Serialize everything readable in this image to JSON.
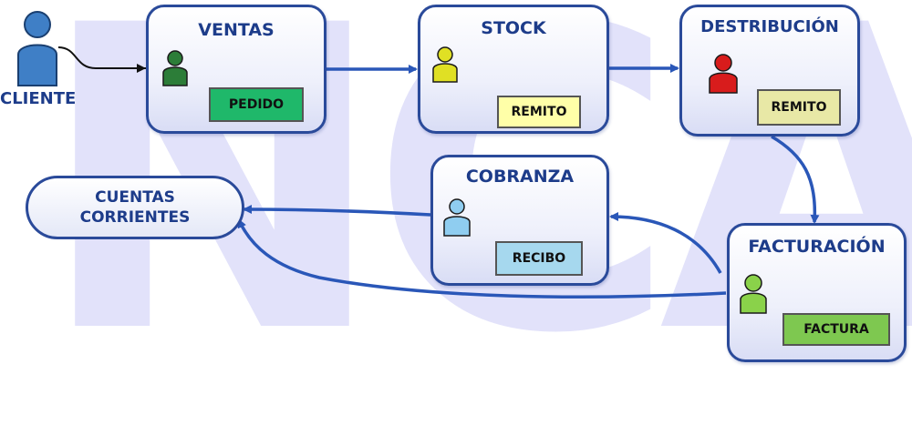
{
  "watermark": "NCA",
  "cliente": {
    "label": "CLIENTE"
  },
  "nodes": {
    "ventas": {
      "title": "VENTAS",
      "doc": "PEDIDO"
    },
    "stock": {
      "title": "STOCK",
      "doc": "REMITO"
    },
    "distribucion": {
      "title": "DESTRIBUCIÓN",
      "doc": "REMITO"
    },
    "cobranza": {
      "title": "COBRANZA",
      "doc": "RECIBO"
    },
    "facturacion": {
      "title": "FACTURACIÓN",
      "doc": "FACTURA"
    }
  },
  "cuentas": {
    "line1": "CUENTAS",
    "line2": "CORRIENTES"
  },
  "colors": {
    "border": "#2a4a9a",
    "pedido": "#1fb86a",
    "remito_stock": "#ffffa8",
    "remito_distribucion": "#e8e8a6",
    "recibo": "#a6d8ee",
    "factura": "#7ec850",
    "person_cliente": "#3f7fc6",
    "person_ventas": "#2c7d38",
    "person_stock": "#e0e024",
    "person_distribucion": "#d81c1c",
    "person_cobranza": "#8fcdf0",
    "person_facturacion": "#8ad24a"
  }
}
